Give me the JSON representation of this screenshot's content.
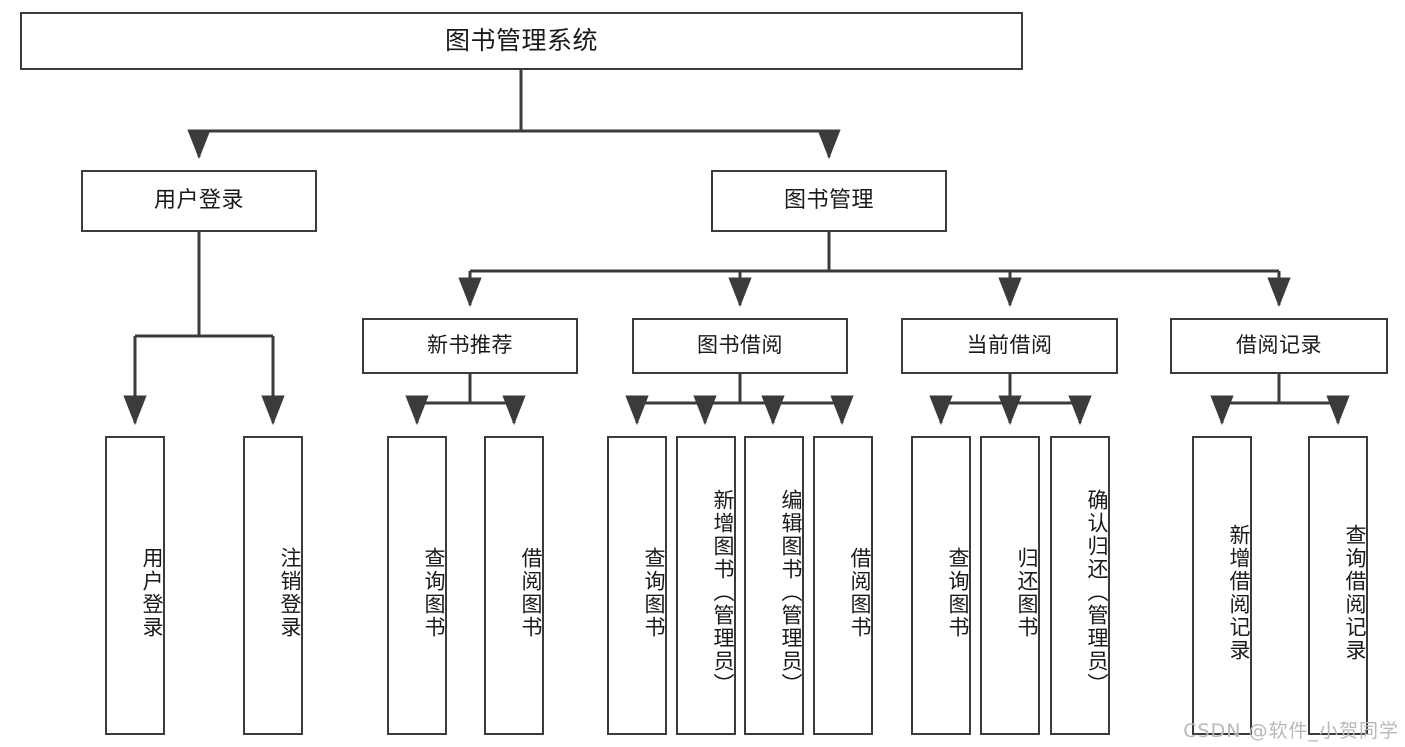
{
  "diagram": {
    "title": "图书管理系统",
    "type": "tree-hierarchy-diagram",
    "root": {
      "id": "root",
      "label": "图书管理系统"
    },
    "level2": [
      {
        "id": "user-login",
        "label": "用户登录"
      },
      {
        "id": "book-manage",
        "label": "图书管理"
      }
    ],
    "level3": [
      {
        "id": "new-book-recommend",
        "label": "新书推荐"
      },
      {
        "id": "book-borrow",
        "label": "图书借阅"
      },
      {
        "id": "current-borrow",
        "label": "当前借阅"
      },
      {
        "id": "borrow-record",
        "label": "借阅记录"
      }
    ],
    "leaves": {
      "user_login": [
        {
          "id": "leaf-user-login",
          "label": "用户登录"
        },
        {
          "id": "leaf-logout-login",
          "label": "注销登录"
        }
      ],
      "new_book_recommend": [
        {
          "id": "leaf-query-book-1",
          "label": "查询图书"
        },
        {
          "id": "leaf-borrow-book-1",
          "label": "借阅图书"
        }
      ],
      "book_borrow": [
        {
          "id": "leaf-query-book-2",
          "label": "查询图书"
        },
        {
          "id": "leaf-add-book",
          "label": "新增图书（管理员）"
        },
        {
          "id": "leaf-edit-book",
          "label": "编辑图书（管理员）"
        },
        {
          "id": "leaf-borrow-book-2",
          "label": "借阅图书"
        }
      ],
      "current_borrow": [
        {
          "id": "leaf-query-book-3",
          "label": "查询图书"
        },
        {
          "id": "leaf-return-book",
          "label": "归还图书"
        },
        {
          "id": "leaf-confirm-return",
          "label": "确认归还（管理员）"
        }
      ],
      "borrow_record": [
        {
          "id": "leaf-add-record",
          "label": "新增借阅记录"
        },
        {
          "id": "leaf-query-record",
          "label": "查询借阅记录"
        }
      ]
    }
  },
  "watermark": {
    "text": "CSDN @软件_小贺同学"
  },
  "colors": {
    "stroke": "#3b3b3b",
    "fill": "#ffffff",
    "text": "#1a1a1a",
    "watermark": "#b9b9b9"
  }
}
